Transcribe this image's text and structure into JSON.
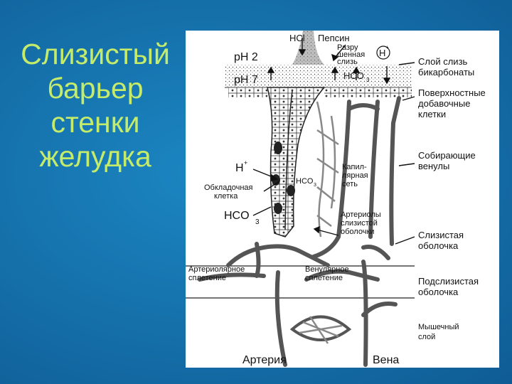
{
  "title_lines": [
    "Слизистый",
    "барьер",
    "стенки",
    "желудка"
  ],
  "labels": {
    "hcl": "HCl",
    "pepsin": "Пепсин",
    "digested_mucus": [
      "Разру",
      "шенная",
      "слизь"
    ],
    "h_plus_top": "H",
    "ph2": "pH 2",
    "ph7": "pH 7",
    "hco3_top": "HCO",
    "mucus_layer": [
      "Слой слизь",
      "бикарбонаты"
    ],
    "surface_cells": [
      "Поверхностные",
      "добавочные",
      "клетки"
    ],
    "collecting_venules": [
      "Собирающие",
      "венулы"
    ],
    "h_plus_mid": "H",
    "capillary_net": [
      "Капил-",
      "лярная",
      "сеть"
    ],
    "parietal_cell": [
      "Обкладочная",
      "клетка"
    ],
    "hco3_mid": "HCO",
    "hco3_low": "HCO",
    "mucosal_arterioles": [
      "Артериолы",
      "слизистой",
      "оболочки"
    ],
    "mucosa": [
      "Слизистая",
      "оболочка"
    ],
    "arteriolar_plexus": [
      "Артериолярное",
      "сплетение"
    ],
    "venular_plexus": [
      "Венулярное",
      "сплетение"
    ],
    "submucosa": [
      "Подслизистая",
      "оболочка"
    ],
    "muscle_layer": [
      "Мышечный",
      "слой"
    ],
    "artery": "Артерия",
    "vein": "Вена"
  },
  "colors": {
    "title": "#c4ec6a",
    "background": "#1673ad",
    "figure_bg": "#ffffff"
  }
}
